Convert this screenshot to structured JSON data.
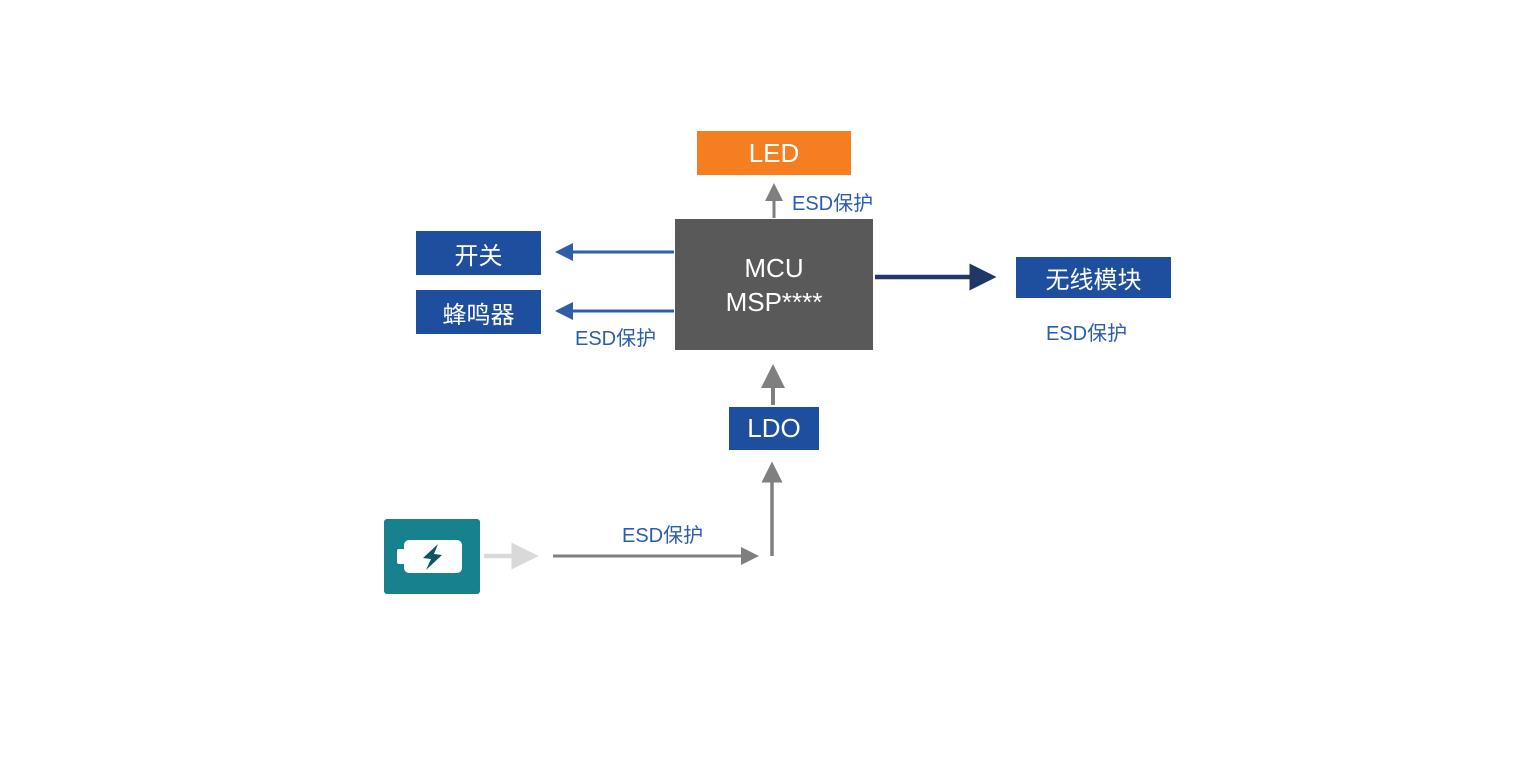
{
  "blocks": {
    "led": {
      "label": "LED",
      "color": "#F57E20"
    },
    "mcu": {
      "line1": "MCU",
      "line2": "MSP****",
      "color": "#595959"
    },
    "switch": {
      "label": "开关",
      "color": "#1E4E9E"
    },
    "buzzer": {
      "label": "蜂鸣器",
      "color": "#1E4E9E"
    },
    "wireless": {
      "label": "无线模块",
      "color": "#1E4E9E"
    },
    "ldo": {
      "label": "LDO",
      "color": "#1E4E9E"
    }
  },
  "labels": {
    "esd_led": "ESD保护",
    "esd_buzzer": "ESD保护",
    "esd_wireless": "ESD保护",
    "esd_battery": "ESD保护"
  },
  "icons": {
    "battery": "battery-with-lightning-bolt"
  },
  "colors": {
    "accent_orange": "#F57E20",
    "block_blue": "#1E4E9E",
    "mcu_gray": "#595959",
    "arrow_gray": "#7F7F7F",
    "arrow_blue": "#2E5EA9",
    "arrow_navy": "#1F3864",
    "arrow_light_gray": "#D9D9D9",
    "esd_label_blue": "#2B5DAD",
    "battery_teal": "#17818E"
  }
}
